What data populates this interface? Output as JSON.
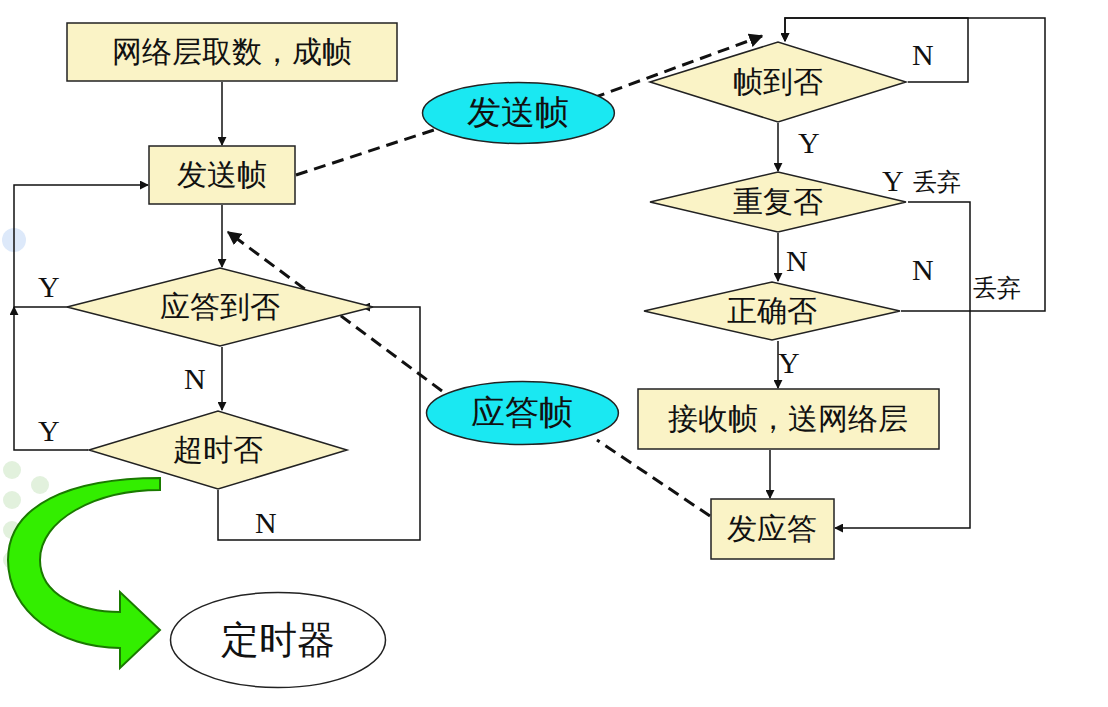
{
  "diagram": {
    "nodes": [
      {
        "text": [
          "网络层取数，成帧"
        ]
      },
      {
        "text": [
          "发送帧"
        ]
      },
      {
        "text": [
          "应答到否"
        ]
      },
      {
        "text": [
          "超时否"
        ]
      },
      {
        "text": [
          "定时器"
        ]
      },
      {
        "text": [
          "发送帧"
        ]
      },
      {
        "text": [
          "帧到否"
        ]
      },
      {
        "text": [
          "重复否"
        ]
      },
      {
        "text": [
          "正确否"
        ]
      },
      {
        "text": [
          "应答帧"
        ]
      },
      {
        "text": [
          "接收帧，送网络层"
        ]
      },
      {
        "text": [
          "发应答"
        ]
      }
    ],
    "edges": [
      {
        "from": 0,
        "to": 1,
        "arrow": "to"
      },
      {
        "from": 1,
        "to": 2,
        "arrow": "to"
      },
      {
        "from": 2,
        "to": 3,
        "arrow": "to",
        "label": "N"
      },
      {
        "from": 3,
        "to": 2,
        "arrow": "to",
        "label": "N"
      },
      {
        "from": 2,
        "to": 1,
        "arrow": "to",
        "label": "Y"
      },
      {
        "from": 3,
        "to": 1,
        "arrow": "to",
        "label": "Y"
      },
      {
        "from": 1,
        "to": 5,
        "arrow": "none"
      },
      {
        "from": 5,
        "to": 6,
        "arrow": "to"
      },
      {
        "from": 6,
        "to": 6,
        "arrow": "to",
        "label": "N"
      },
      {
        "from": 6,
        "to": 7,
        "arrow": "to",
        "label": "Y"
      },
      {
        "from": 7,
        "to": 8,
        "arrow": "to",
        "label": "N"
      },
      {
        "from": 8,
        "to": 10,
        "arrow": "to",
        "label": "Y"
      },
      {
        "from": 10,
        "to": 11,
        "arrow": "to"
      },
      {
        "from": 7,
        "to": 11,
        "arrow": "to",
        "label": "Y"
      },
      {
        "from": 8,
        "to": 6,
        "arrow": "to",
        "label": "N"
      },
      {
        "from": 11,
        "to": 9,
        "arrow": "none"
      },
      {
        "from": 9,
        "to": 1,
        "arrow": "to"
      }
    ],
    "labels": [
      "丢弃",
      "丢弃"
    ]
  }
}
